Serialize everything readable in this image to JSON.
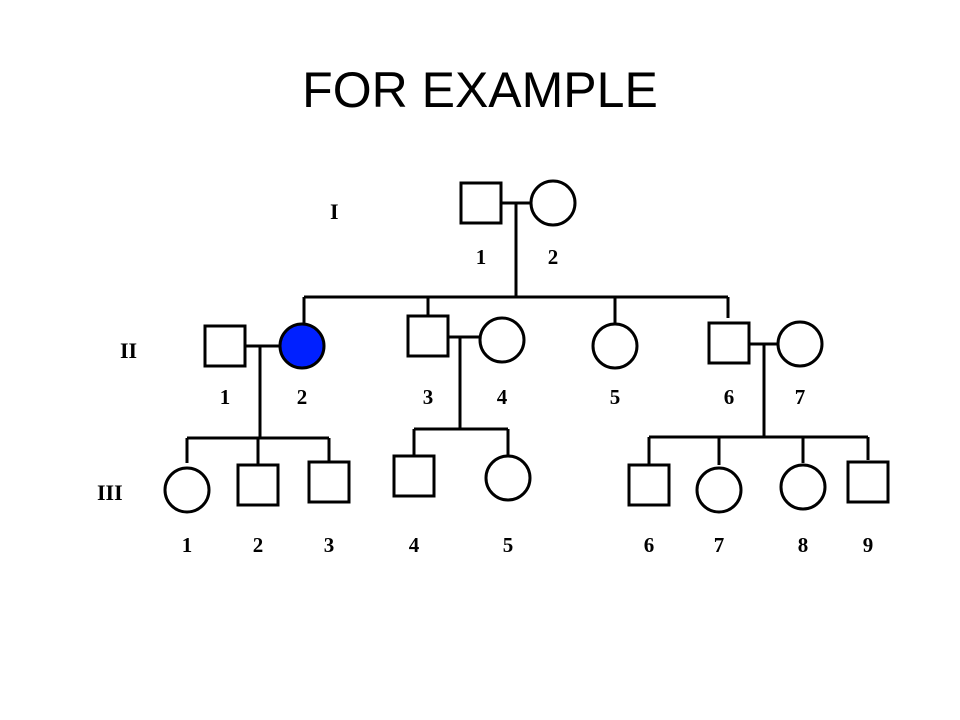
{
  "title": "FOR EXAMPLE",
  "colors": {
    "affected": "#0020ff",
    "unaffected": "#ffffff",
    "stroke": "#000000"
  },
  "pedigree": {
    "generations": [
      {
        "label": "I",
        "individuals": [
          {
            "num": "1",
            "sex": "male",
            "affected": false
          },
          {
            "num": "2",
            "sex": "female",
            "affected": false
          }
        ]
      },
      {
        "label": "II",
        "individuals": [
          {
            "num": "1",
            "sex": "male",
            "affected": false
          },
          {
            "num": "2",
            "sex": "female",
            "affected": true
          },
          {
            "num": "3",
            "sex": "male",
            "affected": false
          },
          {
            "num": "4",
            "sex": "female",
            "affected": false
          },
          {
            "num": "5",
            "sex": "female",
            "affected": false
          },
          {
            "num": "6",
            "sex": "male",
            "affected": false
          },
          {
            "num": "7",
            "sex": "female",
            "affected": false
          }
        ]
      },
      {
        "label": "III",
        "individuals": [
          {
            "num": "1",
            "sex": "female",
            "affected": false
          },
          {
            "num": "2",
            "sex": "male",
            "affected": false
          },
          {
            "num": "3",
            "sex": "male",
            "affected": false
          },
          {
            "num": "4",
            "sex": "male",
            "affected": false
          },
          {
            "num": "5",
            "sex": "female",
            "affected": false
          },
          {
            "num": "6",
            "sex": "male",
            "affected": false
          },
          {
            "num": "7",
            "sex": "female",
            "affected": false
          },
          {
            "num": "8",
            "sex": "female",
            "affected": false
          },
          {
            "num": "9",
            "sex": "male",
            "affected": false
          }
        ]
      }
    ]
  }
}
